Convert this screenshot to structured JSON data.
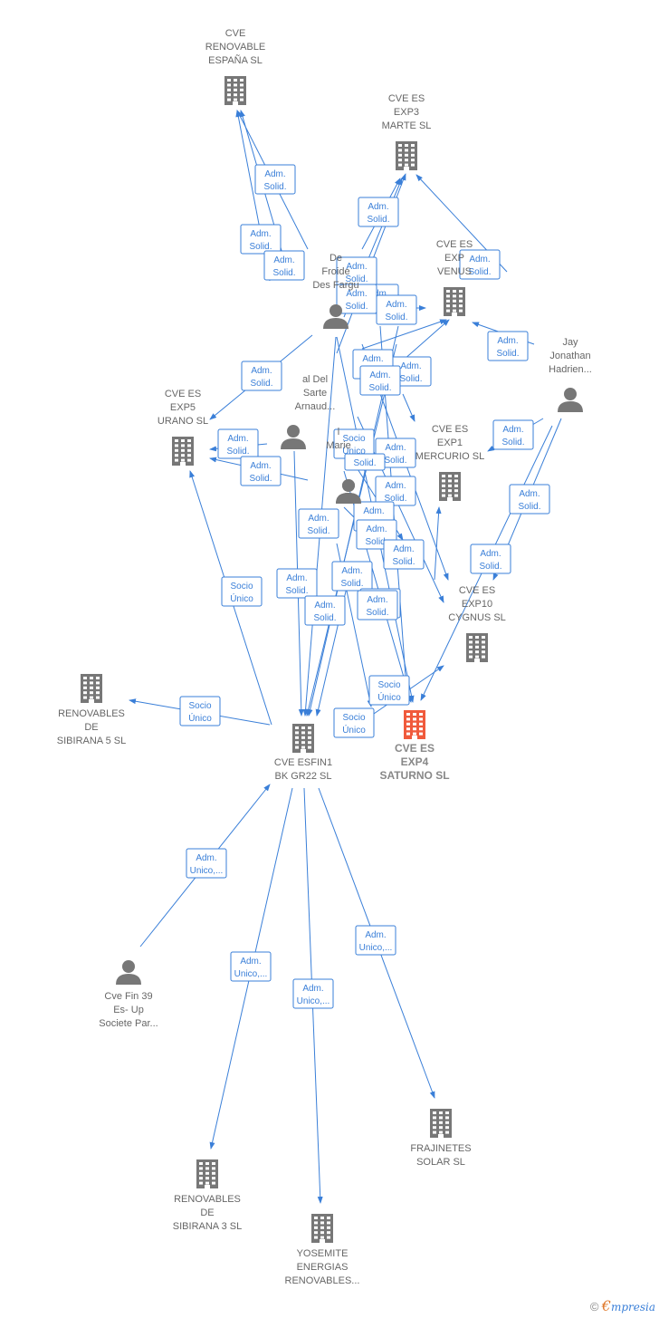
{
  "colors": {
    "edge": "#3a7fd8",
    "building": "#777777",
    "building_highlight": "#f05a3c",
    "person": "#777777"
  },
  "nodes": [
    {
      "id": "cve-renovable",
      "type": "company",
      "icon": "building-icon",
      "lines": [
        "CVE",
        "RENOVABLE",
        "ESPAÑA  SL"
      ]
    },
    {
      "id": "exp3",
      "type": "company",
      "icon": "building-icon",
      "lines": [
        "CVE ES",
        "EXP3",
        "MARTE  SL"
      ]
    },
    {
      "id": "exp2",
      "type": "company",
      "icon": "building-icon",
      "lines": [
        "CVE ES",
        "EXP",
        "VENUS"
      ]
    },
    {
      "id": "exp5",
      "type": "company",
      "icon": "building-icon",
      "lines": [
        "CVE ES",
        "EXP5",
        "URANO  SL"
      ]
    },
    {
      "id": "exp1",
      "type": "company",
      "icon": "building-icon",
      "lines": [
        "CVE ES",
        "EXP1",
        "MERCURIO  SL"
      ]
    },
    {
      "id": "exp10",
      "type": "company",
      "icon": "building-icon",
      "lines": [
        "CVE ES",
        "EXP10",
        "CYGNUS  SL"
      ]
    },
    {
      "id": "exp4",
      "type": "company",
      "icon": "building-icon",
      "highlight": true,
      "lines": [
        "CVE ES",
        "EXP4",
        "SATURNO  SL"
      ]
    },
    {
      "id": "esfin",
      "type": "company",
      "icon": "building-icon",
      "lines": [
        "CVE ESFIN1",
        "BK GR22  SL"
      ]
    },
    {
      "id": "sib5",
      "type": "company",
      "icon": "building-icon",
      "lines": [
        "RENOVABLES",
        "DE",
        "SIBIRANA 5  SL"
      ]
    },
    {
      "id": "sib3",
      "type": "company",
      "icon": "building-icon",
      "lines": [
        "RENOVABLES",
        "DE",
        "SIBIRANA 3  SL"
      ]
    },
    {
      "id": "yosemite",
      "type": "company",
      "icon": "building-icon",
      "lines": [
        "YOSEMITE",
        "ENERGIAS",
        "RENOVABLES..."
      ]
    },
    {
      "id": "frajinetes",
      "type": "company",
      "icon": "building-icon",
      "lines": [
        "FRAJINETES",
        "SOLAR  SL"
      ]
    },
    {
      "id": "des",
      "type": "person",
      "icon": "person-icon",
      "lines": [
        "De",
        "Froide",
        "Des Fargu"
      ]
    },
    {
      "id": "jay",
      "type": "person",
      "icon": "person-icon",
      "lines": [
        "Jay",
        "Jonathan",
        "Hadrien..."
      ]
    },
    {
      "id": "arnaud",
      "type": "person",
      "icon": "person-icon",
      "lines": [
        "al Del",
        "Sarte",
        "Arnaud..."
      ]
    },
    {
      "id": "marie",
      "type": "person",
      "icon": "person-icon",
      "lines": [
        "l",
        "Marie"
      ]
    },
    {
      "id": "p5",
      "type": "person",
      "icon": "person-icon",
      "lines": []
    },
    {
      "id": "cvefin",
      "type": "person",
      "icon": "person-icon",
      "lines": [
        "Cve Fin 39",
        "Es- Up",
        "Societe Par..."
      ]
    }
  ],
  "edge_labels": [
    [
      "Adm.",
      "Solid."
    ],
    [
      "Adm.",
      "Solid."
    ],
    [
      "Adm.",
      "Solid."
    ],
    [
      "Adm.",
      "Solid."
    ],
    [
      "Adm.",
      "Solid."
    ],
    [
      "Adm.",
      "Solid."
    ],
    [
      "Adm.",
      "Solid."
    ],
    [
      "Adm.",
      "Solid."
    ],
    [
      "Adm.",
      "Solid."
    ],
    [
      "Adm.",
      "Solid."
    ],
    [
      "Adm.",
      "Solid."
    ],
    [
      "Adm.",
      "Solid."
    ],
    [
      "Adm.",
      "Solid."
    ],
    [
      "Adm.",
      "Solid."
    ],
    [
      "Adm.",
      "Solid."
    ],
    [
      "Adm.",
      "Solid."
    ],
    [
      "Adm.",
      "Solid."
    ],
    [
      "Adm.",
      "Solid."
    ],
    [
      "Adm.",
      "Solid."
    ],
    [
      "Adm.",
      "Solid."
    ],
    [
      "Adm.",
      "Solid."
    ],
    [
      "Adm.",
      "Solid."
    ],
    [
      "Adm.",
      "Solid."
    ],
    [
      "Adm.",
      "Solid."
    ],
    [
      "Adm.",
      "Solid."
    ],
    [
      "Adm.",
      "Solid."
    ],
    [
      "Adm.",
      "Solid."
    ],
    [
      "Adm.",
      "Solid."
    ],
    [
      "Adm.",
      "Solid."
    ],
    [
      "Socio",
      "Único"
    ],
    [
      "Solid."
    ],
    [
      "Socio",
      "Único"
    ],
    [
      "Socio",
      "Único"
    ],
    [
      "Socio",
      "Único"
    ],
    [
      "Socio",
      "Único"
    ],
    [
      "Adm.",
      "Unico,..."
    ],
    [
      "Adm.",
      "Unico,..."
    ],
    [
      "Adm.",
      "Unico,..."
    ],
    [
      "Adm.",
      "Unico,..."
    ],
    [
      "Adm.",
      "Solid."
    ]
  ],
  "footer": {
    "copyright": "©",
    "brand_e": "€",
    "brand_rest": "mpresia"
  }
}
